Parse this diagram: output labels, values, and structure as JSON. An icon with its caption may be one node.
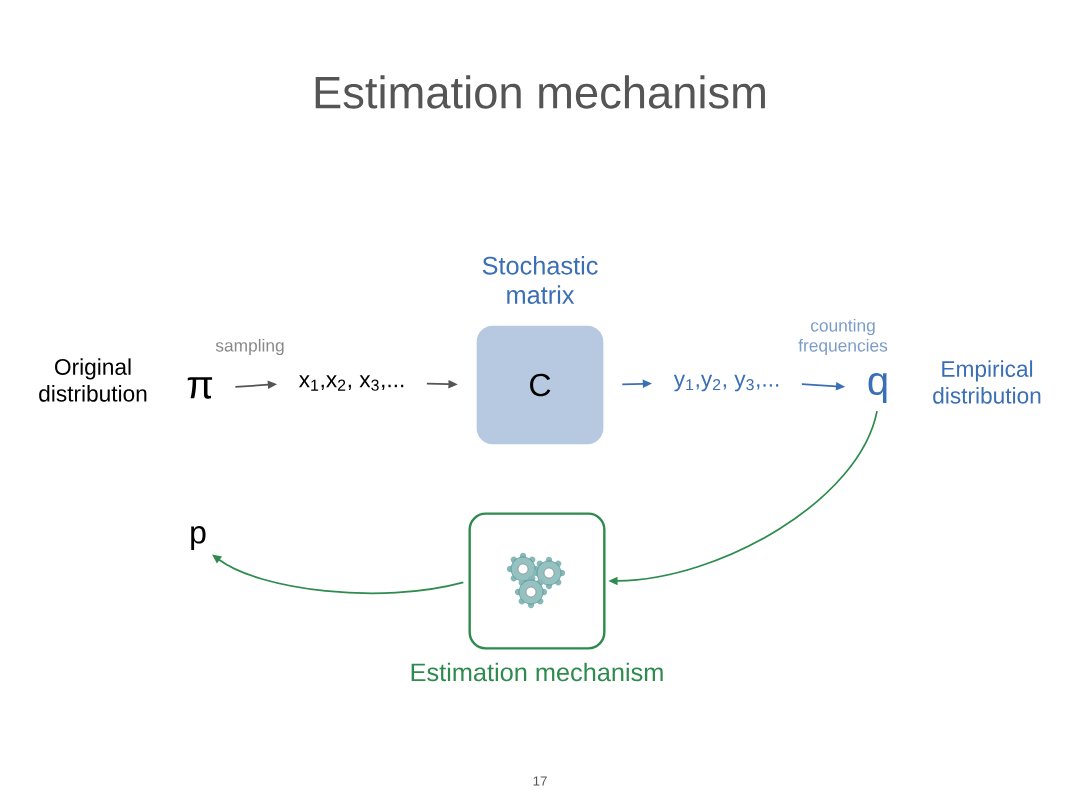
{
  "diagram": {
    "title": "Estimation mechanism",
    "nodes": [
      {
        "text": [
          "π"
        ],
        "beside": [
          "Original distribution"
        ]
      },
      {
        "text": [
          "x$_{1}$,x$_{2}$, x$_{3}$,..."
        ]
      },
      {
        "text": [
          "Stochastic matrix",
          "C"
        ]
      },
      {
        "text": [
          "y$_{1}$,y$_{2}$, y$_{3}$,..."
        ]
      },
      {
        "text": [
          "q"
        ],
        "beside": [
          "Empirical distribution"
        ]
      },
      {
        "text": [
          "p"
        ]
      },
      {
        "text": [
          "Estimation mechanism"
        ]
      }
    ],
    "edges": [
      {
        "from": 0,
        "to": 1,
        "arrow": "to",
        "label": "sampling",
        "color": "#555555"
      },
      {
        "from": 1,
        "to": 2,
        "arrow": "to",
        "color": "#555555"
      },
      {
        "from": 2,
        "to": 3,
        "arrow": "to",
        "color": "#3a6fb5"
      },
      {
        "from": 3,
        "to": 4,
        "arrow": "to",
        "label": "counting frequencies",
        "color": "#3a6fb5"
      },
      {
        "from": 4,
        "to": 6,
        "arrow": "to",
        "color": "#2e8b4e"
      },
      {
        "from": 6,
        "to": 5,
        "arrow": "to",
        "color": "#2e8b4e"
      }
    ],
    "labels": [
      "17"
    ]
  }
}
